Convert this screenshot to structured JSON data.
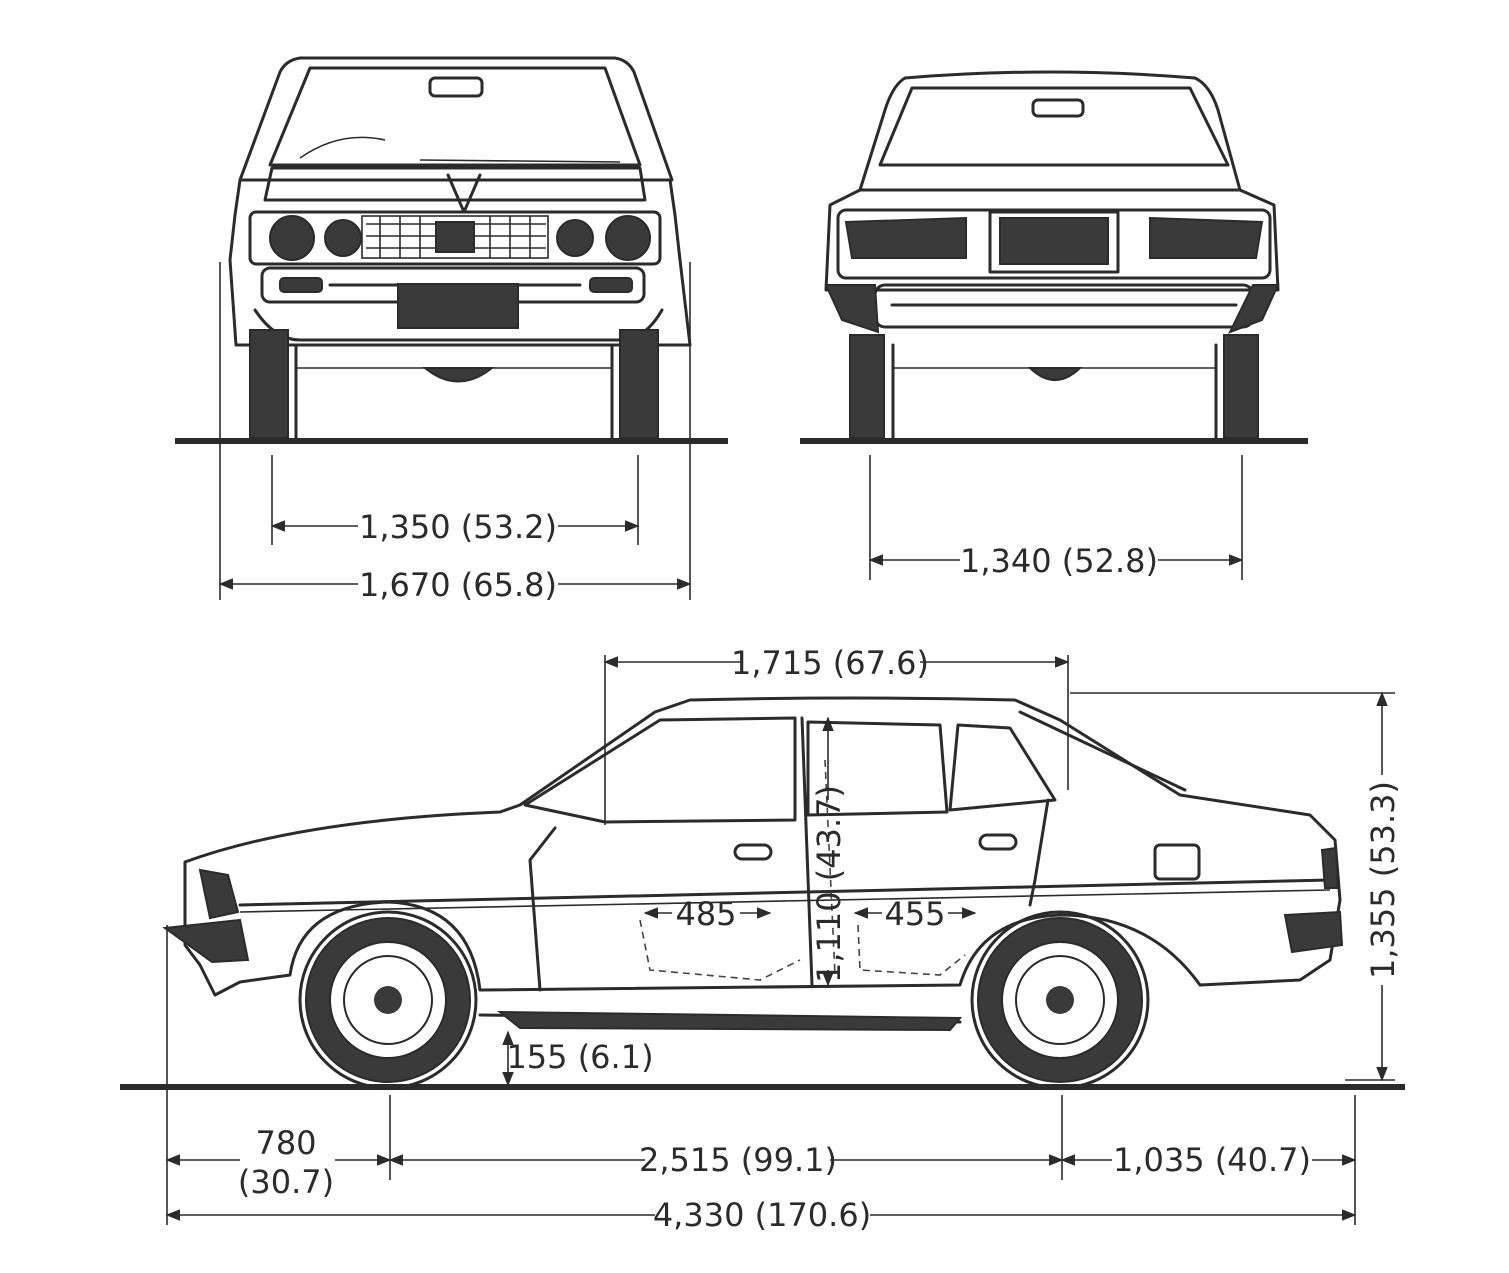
{
  "dimensions": {
    "front_track": "1,350 (53.2)",
    "overall_width": "1,670 (65.8)",
    "rear_track": "1,340 (52.8)",
    "roof_span": "1,715 (67.6)",
    "overall_height": "1,355 (53.3)",
    "interior_height": "1,110 (43.7)",
    "front_legroom": "485",
    "rear_legroom": "455",
    "ground_clearance": "155 (6.1)",
    "front_overhang_mm": "780",
    "front_overhang_in": "(30.7)",
    "wheelbase": "2,515 (99.1)",
    "rear_overhang": "1,035 (40.7)",
    "overall_length": "4,330 (170.6)"
  },
  "colors": {
    "ink": "#2b2b2b",
    "paper": "#ffffff"
  }
}
